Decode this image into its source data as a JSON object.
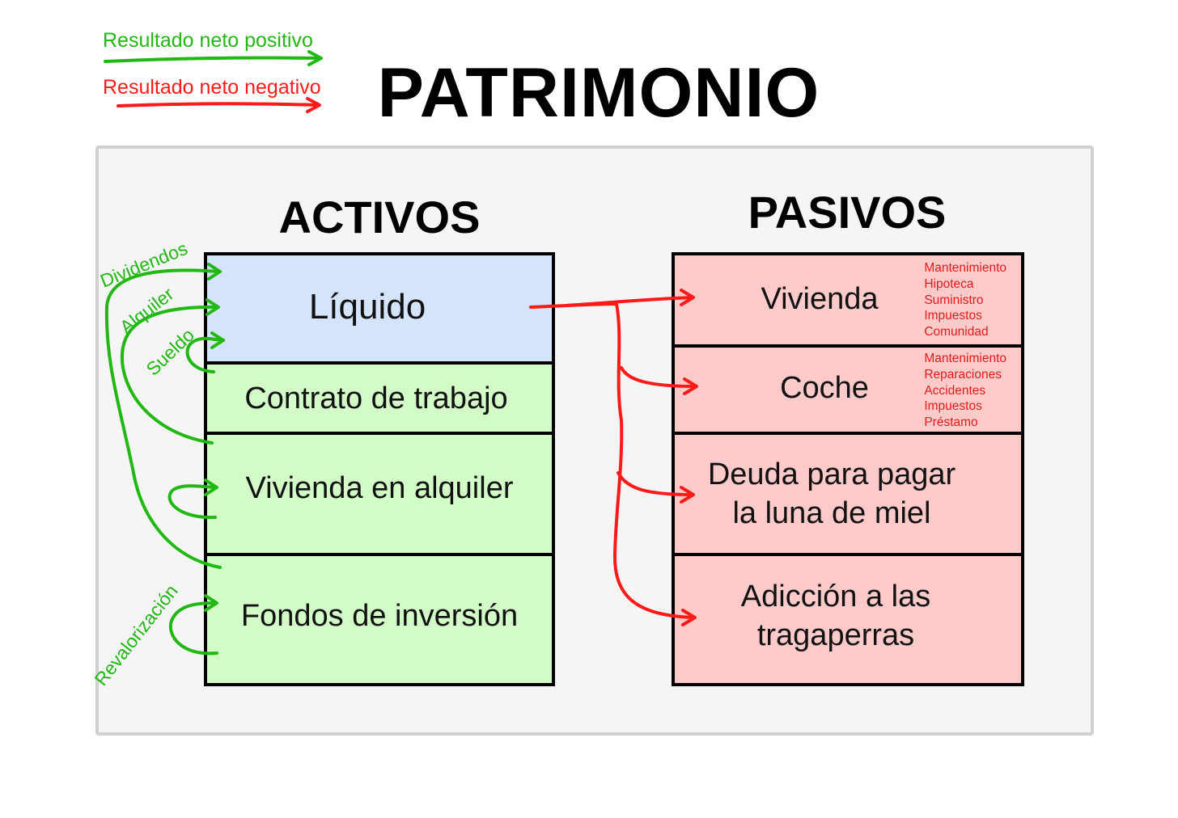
{
  "legend": {
    "positive": {
      "label": "Resultado neto positivo",
      "color": "#22b814"
    },
    "negative": {
      "label": "Resultado neto negativo",
      "color": "#ff1a1a"
    }
  },
  "title": "PATRIMONIO",
  "activos": {
    "heading": "ACTIVOS",
    "items": [
      {
        "label": "Líquido",
        "color": "#d4e4fa"
      },
      {
        "label": "Contrato de trabajo",
        "color": "#d2fbc8"
      },
      {
        "label": "Vivienda en alquiler",
        "color": "#d2fbc8"
      },
      {
        "label": "Fondos de inversión",
        "color": "#d2fbc8"
      }
    ],
    "flows": [
      "Dividendos",
      "Alquiler",
      "Sueldo",
      "Revalorización"
    ]
  },
  "pasivos": {
    "heading": "PASIVOS",
    "items": [
      {
        "label": "Vivienda",
        "costs": [
          "Mantenimiento",
          "Hipoteca",
          "Suministro",
          "Impuestos",
          "Comunidad"
        ]
      },
      {
        "label": "Coche",
        "costs": [
          "Mantenimiento",
          "Reparaciones",
          "Accidentes",
          "Impuestos",
          "Préstamo"
        ]
      },
      {
        "label_lines": [
          "Deuda para pagar",
          "la luna de miel"
        ]
      },
      {
        "label_lines": [
          "Adicción a las",
          "tragaperras"
        ]
      }
    ],
    "color": "#fdcaca"
  }
}
